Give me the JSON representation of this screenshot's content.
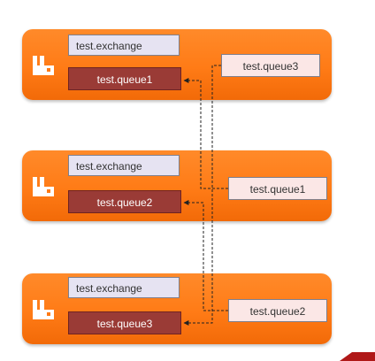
{
  "nodes": [
    {
      "exchange": "test.exchange",
      "queue": "test.queue1",
      "mirror": "test.queue3"
    },
    {
      "exchange": "test.exchange",
      "queue": "test.queue2",
      "mirror": "test.queue1"
    },
    {
      "exchange": "test.exchange",
      "queue": "test.queue3",
      "mirror": "test.queue2"
    }
  ],
  "colors": {
    "node": "#ff7b16",
    "queue": "#9a3b36",
    "exchange": "#e6e3f2",
    "mirror": "#fbe7e6"
  },
  "icons": {
    "node_logo": "rabbitmq-logo-icon"
  }
}
